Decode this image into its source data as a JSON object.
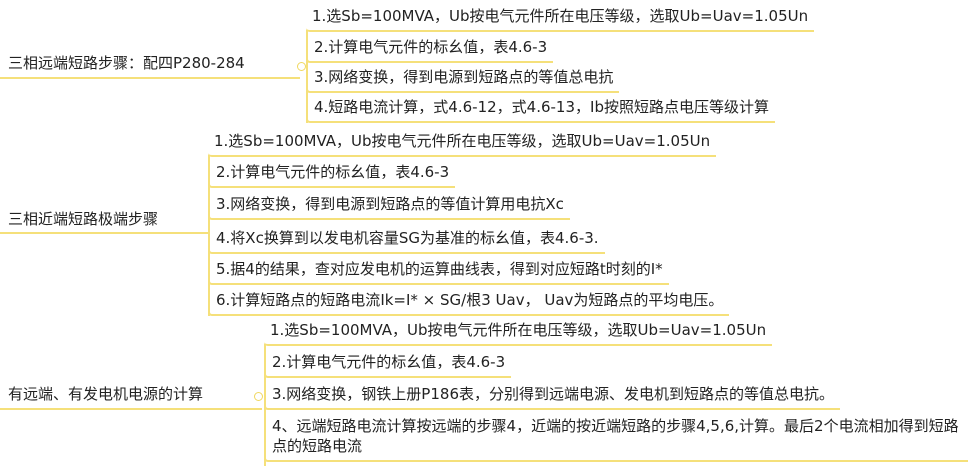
{
  "groups": [
    {
      "title": "三相远端短路步骤：配四P280-284",
      "children": [
        "1.选Sb=100MVA，Ub按电气元件所在电压等级，选取Ub=Uav=1.05Un",
        "2.计算电气元件的标幺值，表4.6-3",
        "3.网络变换，得到电源到短路点的等值总电抗",
        "4.短路电流计算，式4.6-12，式4.6-13，Ib按照短路点电压等级计算"
      ]
    },
    {
      "title": "三相近端短路极端步骤",
      "children": [
        "1.选Sb=100MVA，Ub按电气元件所在电压等级，选取Ub=Uav=1.05Un",
        "2.计算电气元件的标幺值，表4.6-3",
        "3.网络变换，得到电源到短路点的等值计算用电抗Xc",
        "4.将Xc换算到以发电机容量SG为基准的标幺值，表4.6-3.",
        "5.据4的结果，查对应发电机的运算曲线表，得到对应短路t时刻的I*",
        "6.计算短路点的短路电流Ik=I* × SG/根3 Uav， Uav为短路点的平均电压。"
      ]
    },
    {
      "title": "有远端、有发电机电源的计算",
      "children": [
        "1.选Sb=100MVA，Ub按电气元件所在电压等级，选取Ub=Uav=1.05Un",
        "2.计算电气元件的标幺值，表4.6-3",
        "3.网络变换，钢铁上册P186表，分别得到远端电源、发电机到短路点的等值总电抗。",
        "4、远端短路电流计算按远端的步骤4，近端的按近端短路的步骤4,5,6,计算。最后2个电流相加得到短路点的短路电流"
      ]
    }
  ]
}
